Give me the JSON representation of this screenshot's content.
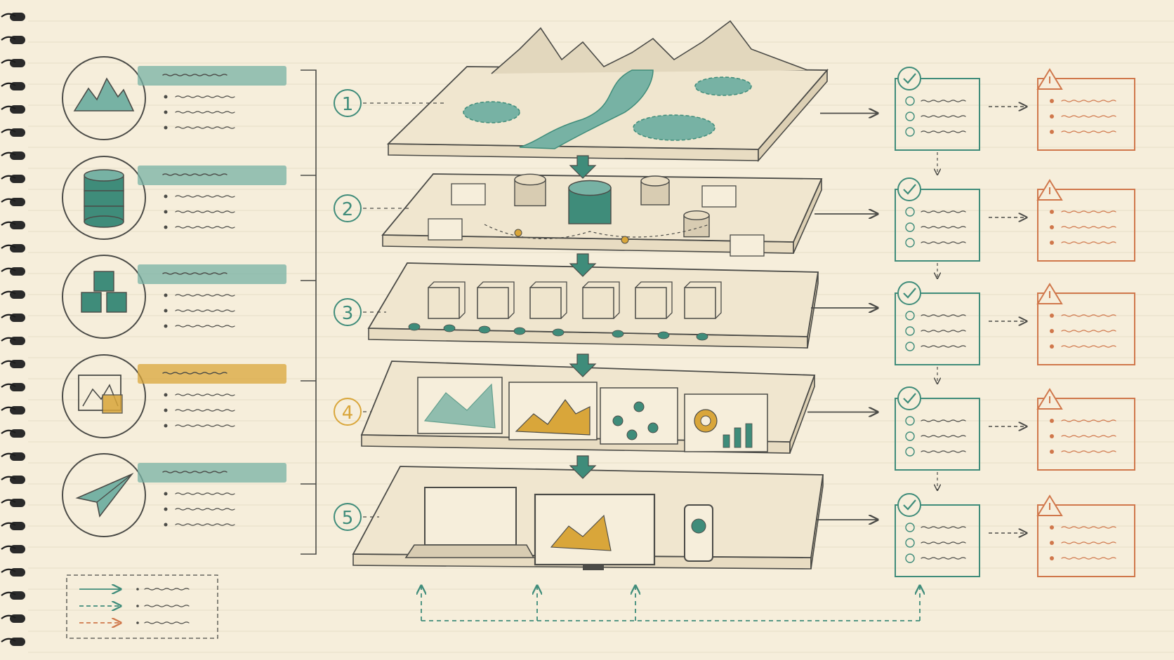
{
  "colors": {
    "paper": "#f6eedb",
    "line": "#e7ddc7",
    "ink": "#4b4b47",
    "teal": "#3f8c7a",
    "teal_fill": "#77b2a4",
    "gold": "#d9a63a",
    "orange": "#d0774b",
    "ring": "#1c1c1c"
  },
  "steps": [
    {
      "number": "1",
      "color": "#3f8c7a"
    },
    {
      "number": "2",
      "color": "#3f8c7a"
    },
    {
      "number": "3",
      "color": "#3f8c7a"
    },
    {
      "number": "4",
      "color": "#d9a63a"
    },
    {
      "number": "5",
      "color": "#3f8c7a"
    }
  ],
  "left_icons": [
    {
      "icon": "mountain-icon",
      "highlight": "#77b2a4"
    },
    {
      "icon": "database-icon",
      "highlight": "#77b2a4"
    },
    {
      "icon": "cubes-icon",
      "highlight": "#77b2a4"
    },
    {
      "icon": "picture-icon",
      "highlight": "#d9a63a"
    },
    {
      "icon": "paper-plane-icon",
      "highlight": "#77b2a4"
    }
  ],
  "layers": [
    {
      "name": "terrain-map"
    },
    {
      "name": "data-storage"
    },
    {
      "name": "data-cubes"
    },
    {
      "name": "analysis-charts"
    },
    {
      "name": "device-delivery"
    }
  ],
  "status": {
    "check_icon": "check-circle-icon",
    "warning_icon": "warning-triangle-icon"
  },
  "legend": {
    "lines": [
      "solid-teal",
      "dashed-teal",
      "dashed-orange"
    ]
  }
}
